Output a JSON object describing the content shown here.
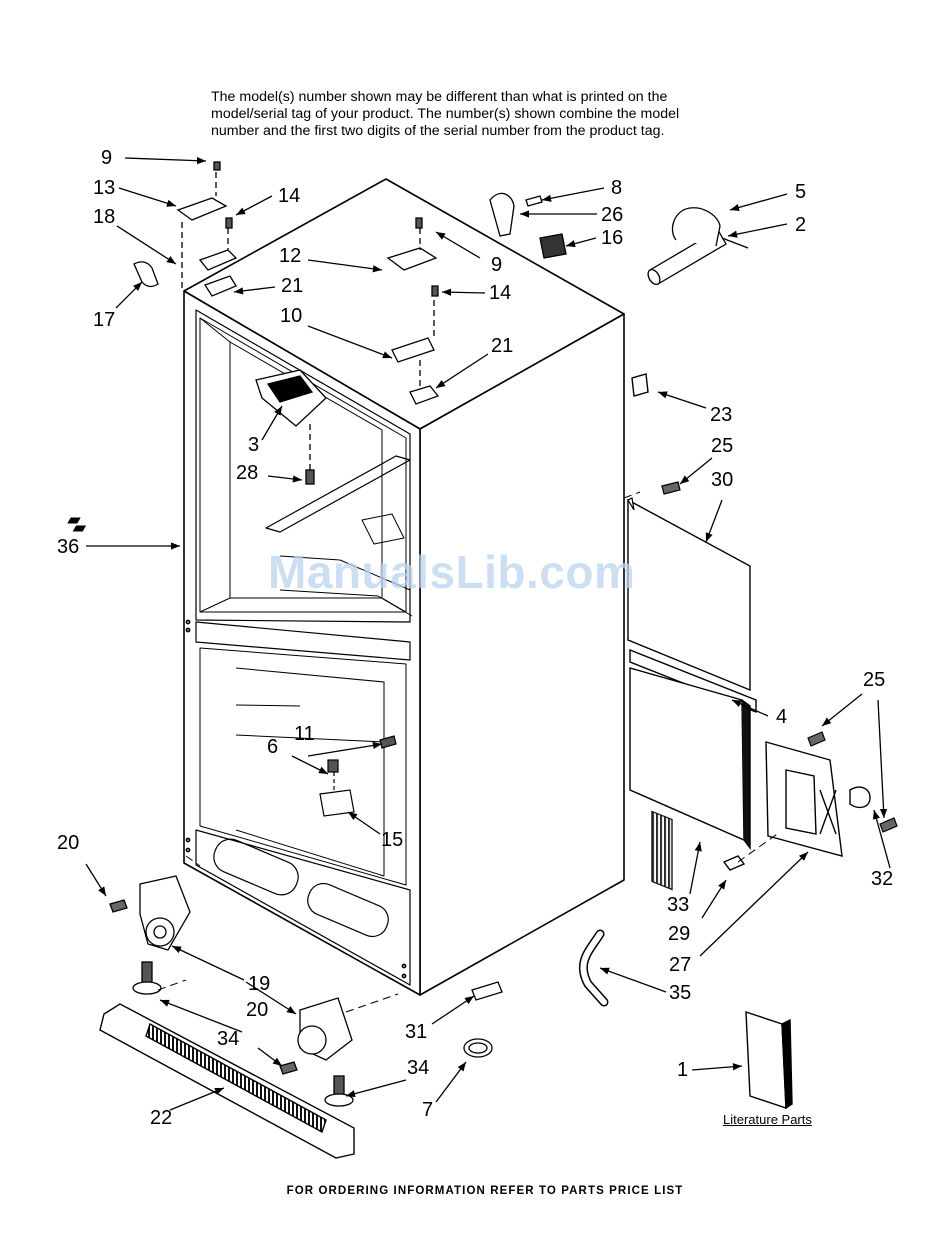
{
  "header_note": {
    "lines": [
      "The model(s) number shown may be different than what is printed on the",
      "model/serial tag of your product. The number(s) shown combine the model",
      "number and the first two digits of the serial number from the product tag."
    ]
  },
  "watermark": "ManualsLib.com",
  "footer": "FOR ORDERING INFORMATION REFER TO PARTS PRICE LIST",
  "literature_label": "Literature Parts",
  "callouts": {
    "c9a": "9",
    "c13": "13",
    "c14a": "14",
    "c18": "18",
    "c17": "17",
    "c21a": "21",
    "c12": "12",
    "c9b": "9",
    "c14b": "14",
    "c10": "10",
    "c21b": "21",
    "c8": "8",
    "c26": "26",
    "c16": "16",
    "c5": "5",
    "c2": "2",
    "c23": "23",
    "c25a": "25",
    "c30": "30",
    "c3": "3",
    "c28": "28",
    "c36": "36",
    "c4": "4",
    "c25b": "25",
    "c11": "11",
    "c6": "6",
    "c15": "15",
    "c32": "32",
    "c20a": "20",
    "c33": "33",
    "c29": "29",
    "c27": "27",
    "c19": "19",
    "c35": "35",
    "c20b": "20",
    "c31": "31",
    "c34a": "34",
    "c34b": "34",
    "c1": "1",
    "c7": "7",
    "c22": "22"
  }
}
